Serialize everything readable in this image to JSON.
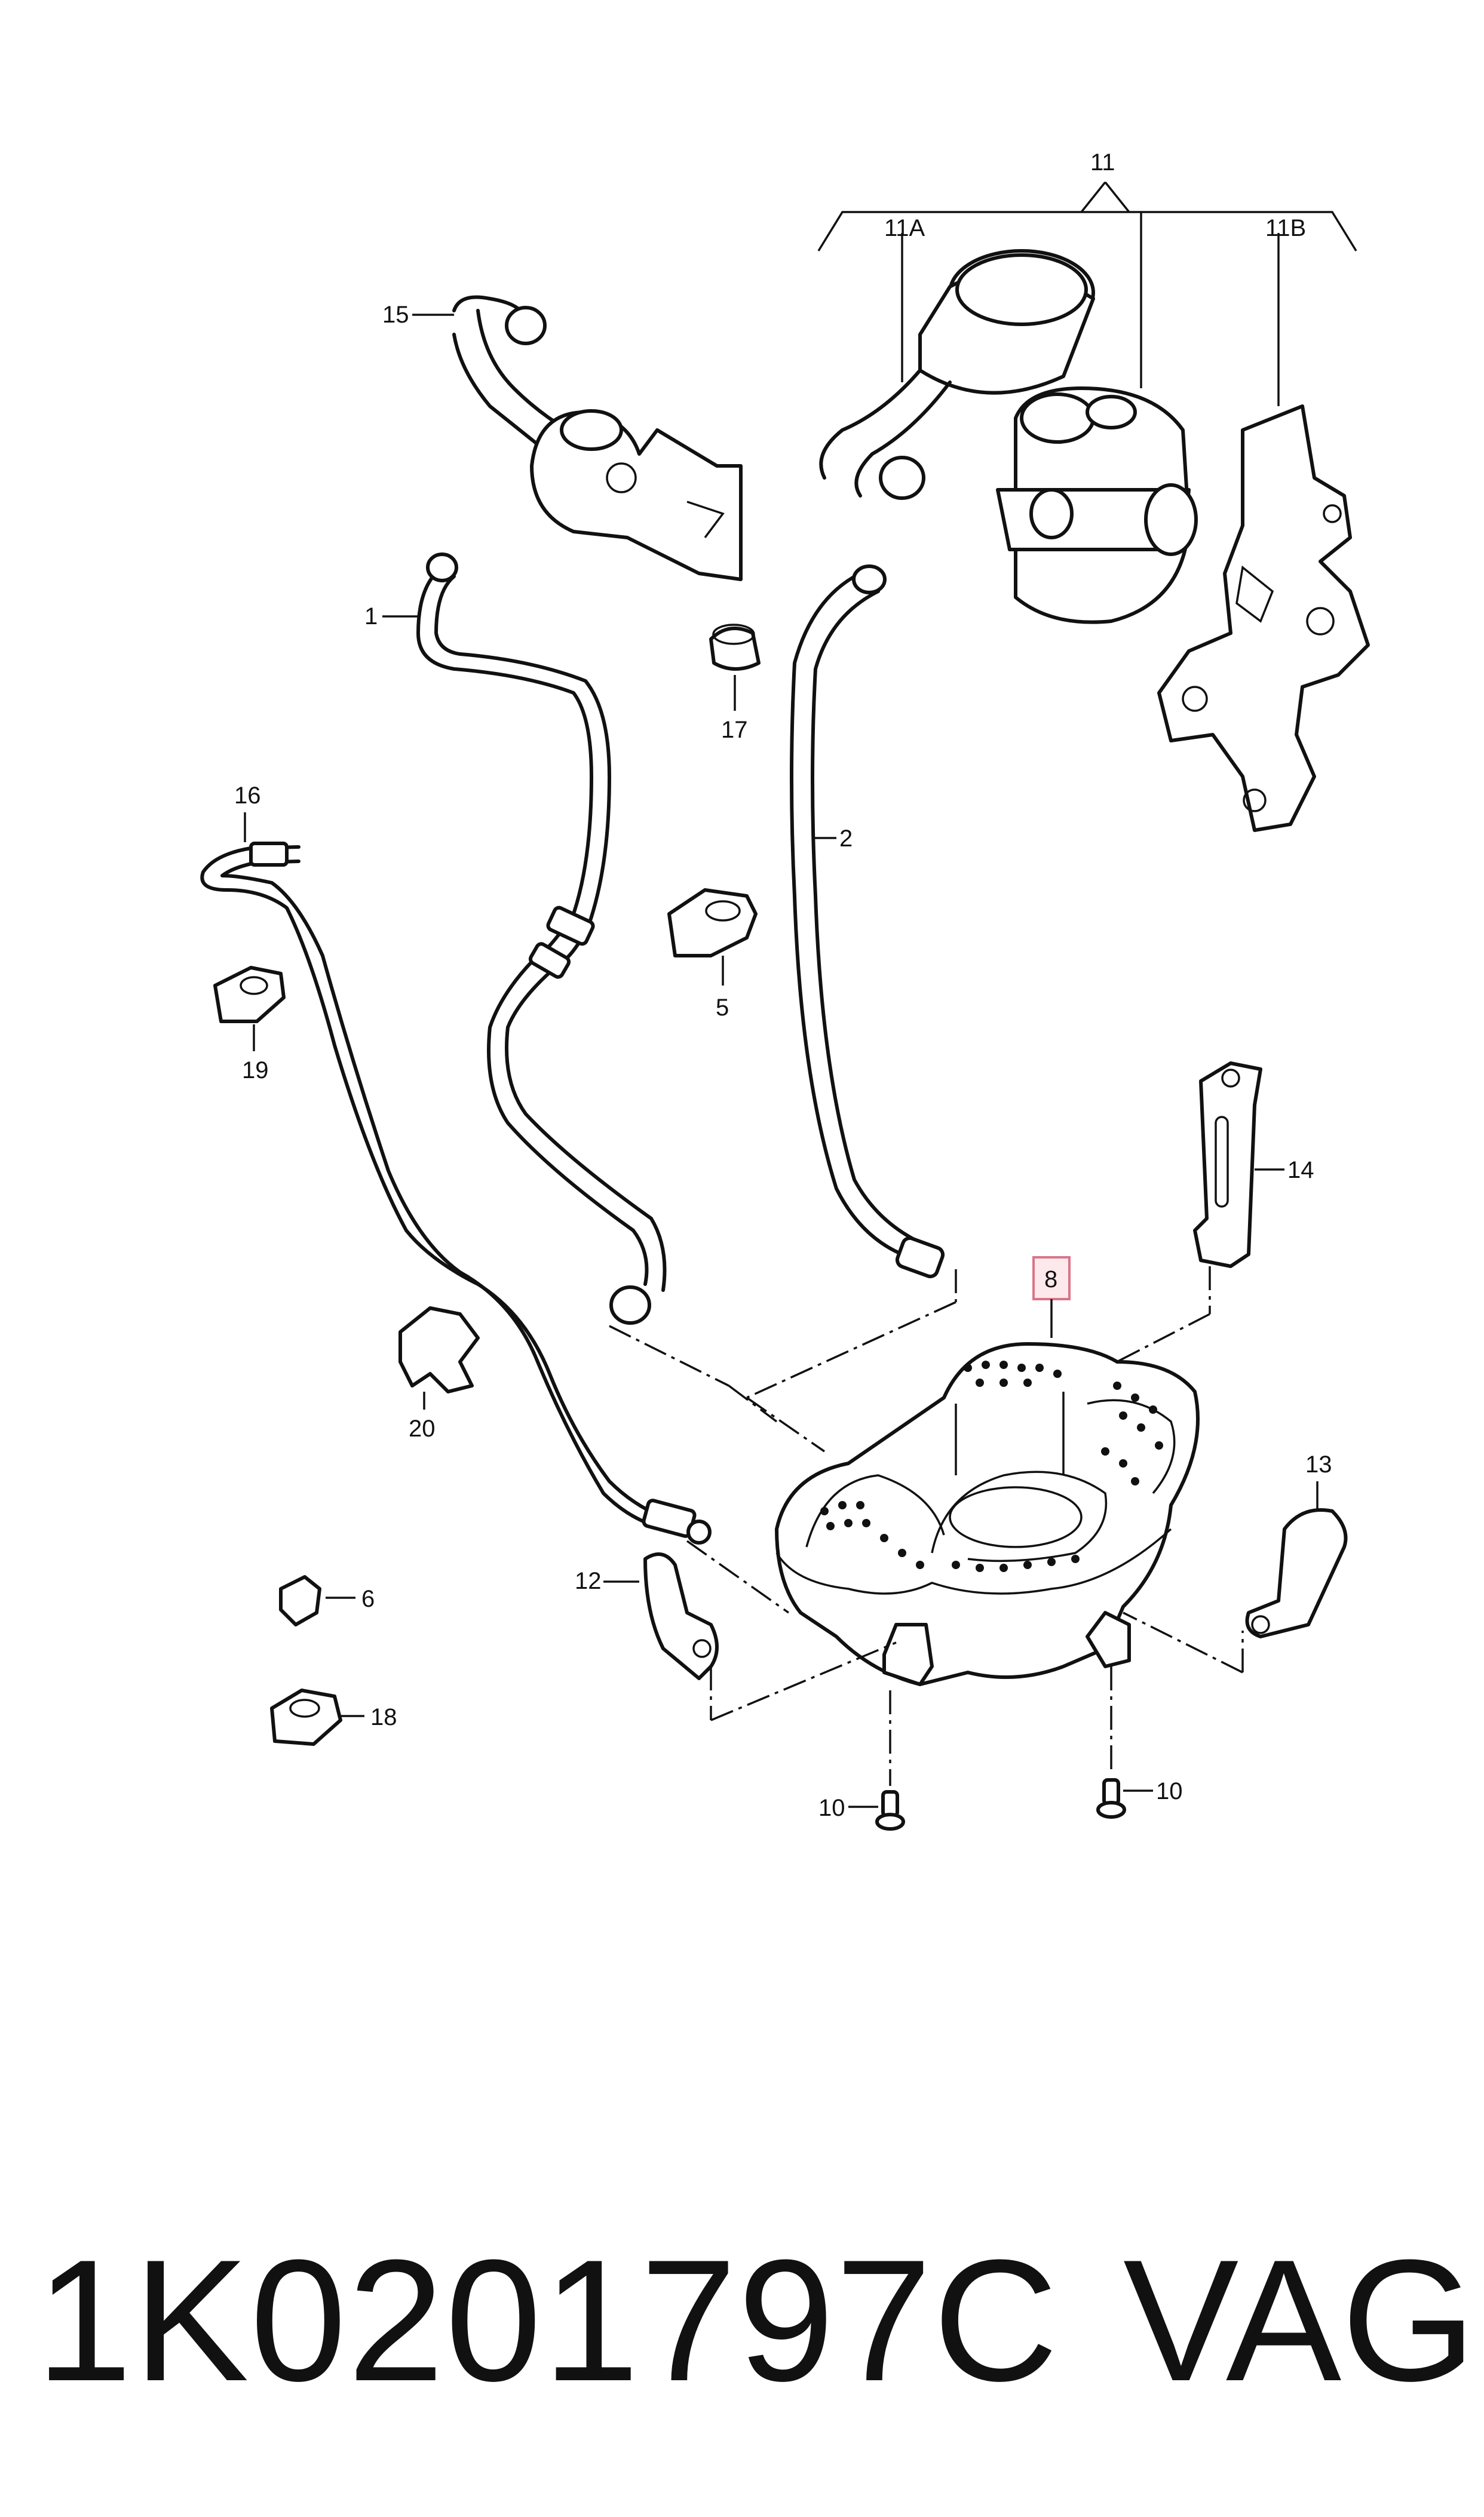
{
  "callouts": {
    "c1": "1",
    "c2": "2",
    "c5": "5",
    "c6": "6",
    "c8": "8",
    "c10a": "10",
    "c10b": "10",
    "c11": "11",
    "c11a": "11A",
    "c11b": "11B",
    "c12": "12",
    "c13": "13",
    "c14": "14",
    "c15": "15",
    "c16": "16",
    "c17": "17",
    "c18": "18",
    "c19": "19",
    "c20": "20"
  },
  "highlighted_callout": "8",
  "colors": {
    "line": "#111111",
    "highlight_fill": "#fde9ec",
    "highlight_stroke": "#d9748a"
  },
  "footer": {
    "part_number": "1K0201797C",
    "brand": "VAG"
  }
}
